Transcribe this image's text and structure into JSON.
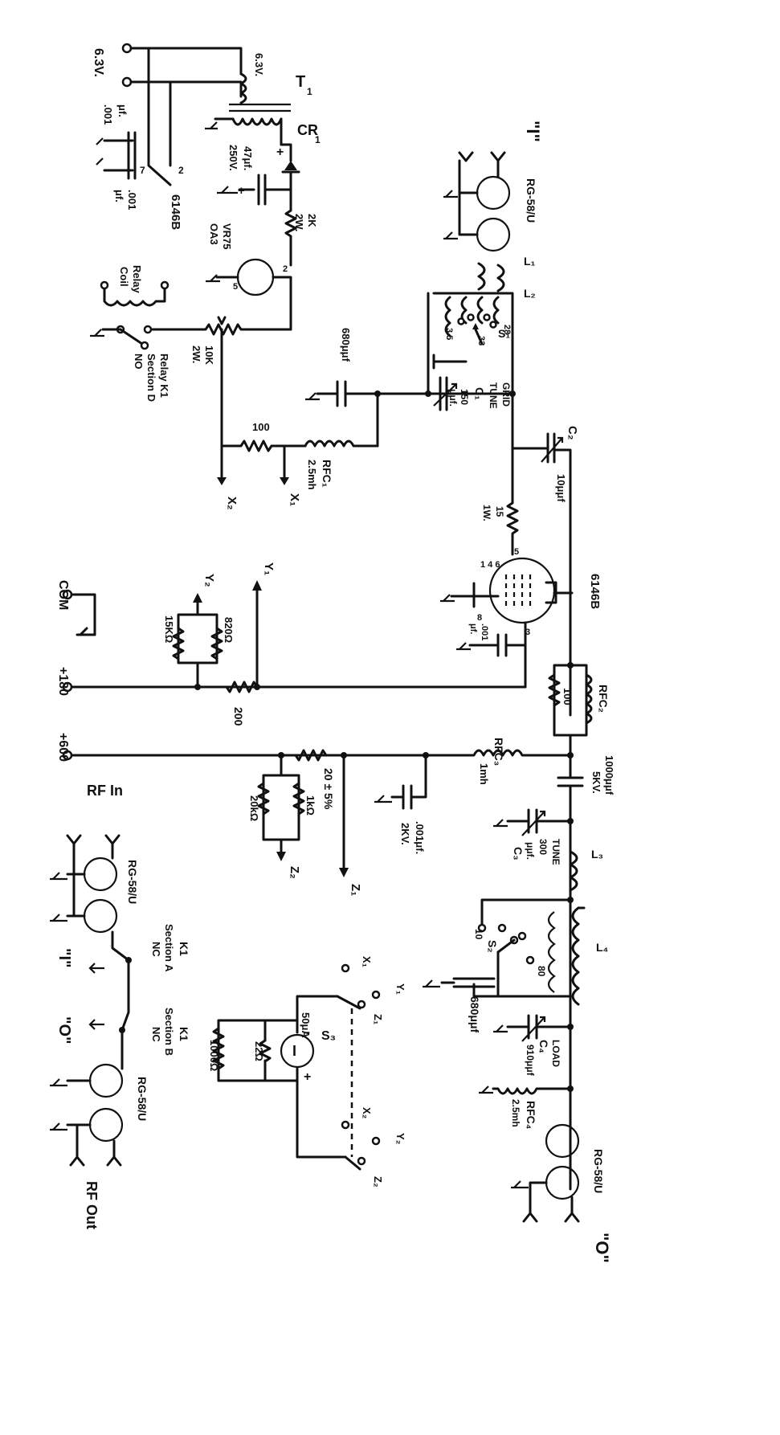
{
  "labels": {
    "v63_a": "6.3V.",
    "v63_b": "6.3V.",
    "t1": "T",
    "t1_sub": "1",
    "cr1": "CR",
    "cr1_sub": "1",
    "cap47": "47μf.",
    "cap47_v": "250V.",
    "plus_a": "+",
    "plus_b": "+",
    "cap001a": ".001",
    "cap001a_u": "μf.",
    "cap001b": ".001",
    "cap001b_u": "μf.",
    "pin2": "2",
    "pin7": "7",
    "tube_top": "6146B",
    "r2k": "2K",
    "r2k_w": "2W.",
    "vr_a": "VR75",
    "vr_b": "OA3",
    "vr_pin2": "2",
    "vr_pin5": "5",
    "relay_a": "Relay",
    "relay_b": "Coil",
    "r10k": "10K",
    "r10k_w": "2W.",
    "relay_k1_a": "Relay K1",
    "relay_k1_b": "Section D",
    "relay_k1_c": "NO",
    "r100": "100",
    "x2": "X₂",
    "x1": "X₁",
    "rfc1": "RFC₁",
    "rfc1_v": "2.5mh",
    "cap680a": "680μμf",
    "c1": "C₁",
    "c1_v": "150",
    "c1_u": "μμf.",
    "grid": "GRID",
    "tune1": "TUNE",
    "s1": "S₁",
    "s1_28": "28",
    "s1_35": "3.5",
    "s1_33": "33",
    "l1": "L₁",
    "l2": "L₂",
    "rg58a": "RG-58/U",
    "i_top": "\"I\"",
    "c2": "C₂",
    "c2_v": "10μμf",
    "r15": "15",
    "r15_w": "1W.",
    "tube_main": "6146B",
    "pin146": "1 4 6",
    "pin5": "5",
    "pin8": "8",
    "pin3": "3",
    "cap001c": ".001",
    "cap001c_u": "μf.",
    "y1": "Y₁",
    "y2": "Y₂",
    "r820": "820Ω",
    "r15k": "15KΩ",
    "com": "COM",
    "p180": "+180",
    "r200": "200",
    "rfc2": "RFC₂",
    "r100b": "100",
    "p600": "+600",
    "rfc3": "RFC₃",
    "rfc3_v": "1mh",
    "cap1000": "1000μμf",
    "cap1000_v": "5KV.",
    "r20": "20 ± 5%",
    "r1k": "1kΩ",
    "r20k": "20kΩ",
    "cap001d": ".001μf.",
    "cap001d_v": "2KV.",
    "z1": "Z₁",
    "z2": "Z₂",
    "tune2": "TUNE",
    "c3": "C₃",
    "c3_v": "300",
    "c3_u": "μμf.",
    "l3": "L₃",
    "l4": "L₄",
    "s2": "S₂",
    "s2_10": "10",
    "s2_80": "80",
    "cap680b": "680μμf",
    "load": "LOAD",
    "c4": "C₄",
    "c4_v": "910μμf",
    "rfc4": "RFC₄",
    "rfc4_v": "2.5mh",
    "rg58b": "RG-58/U",
    "o_right": "\"O\"",
    "rf_in": "RF In",
    "rg58c": "RG-58/U",
    "k1a": "K1",
    "k1a_sec": "Section A",
    "k1a_nc": "NC",
    "k1b": "K1",
    "k1b_sec": "Section B",
    "k1b_nc": "NC",
    "i_bot": "\"I\"",
    "o_bot": "\"O\"",
    "rg58d": "RG-58/U",
    "rf_out": "RF Out",
    "x1s": "X₁",
    "x2s": "X₂",
    "y1s": "Y₁",
    "y2s": "Y₂",
    "z1s": "Z₁",
    "z2s": "Z₂",
    "s3": "S₃",
    "m50": "50μA",
    "m_minus": "-",
    "m_plus": "+",
    "m_i": "I",
    "r22": "22Ω",
    "r1000": "1000Ω"
  }
}
